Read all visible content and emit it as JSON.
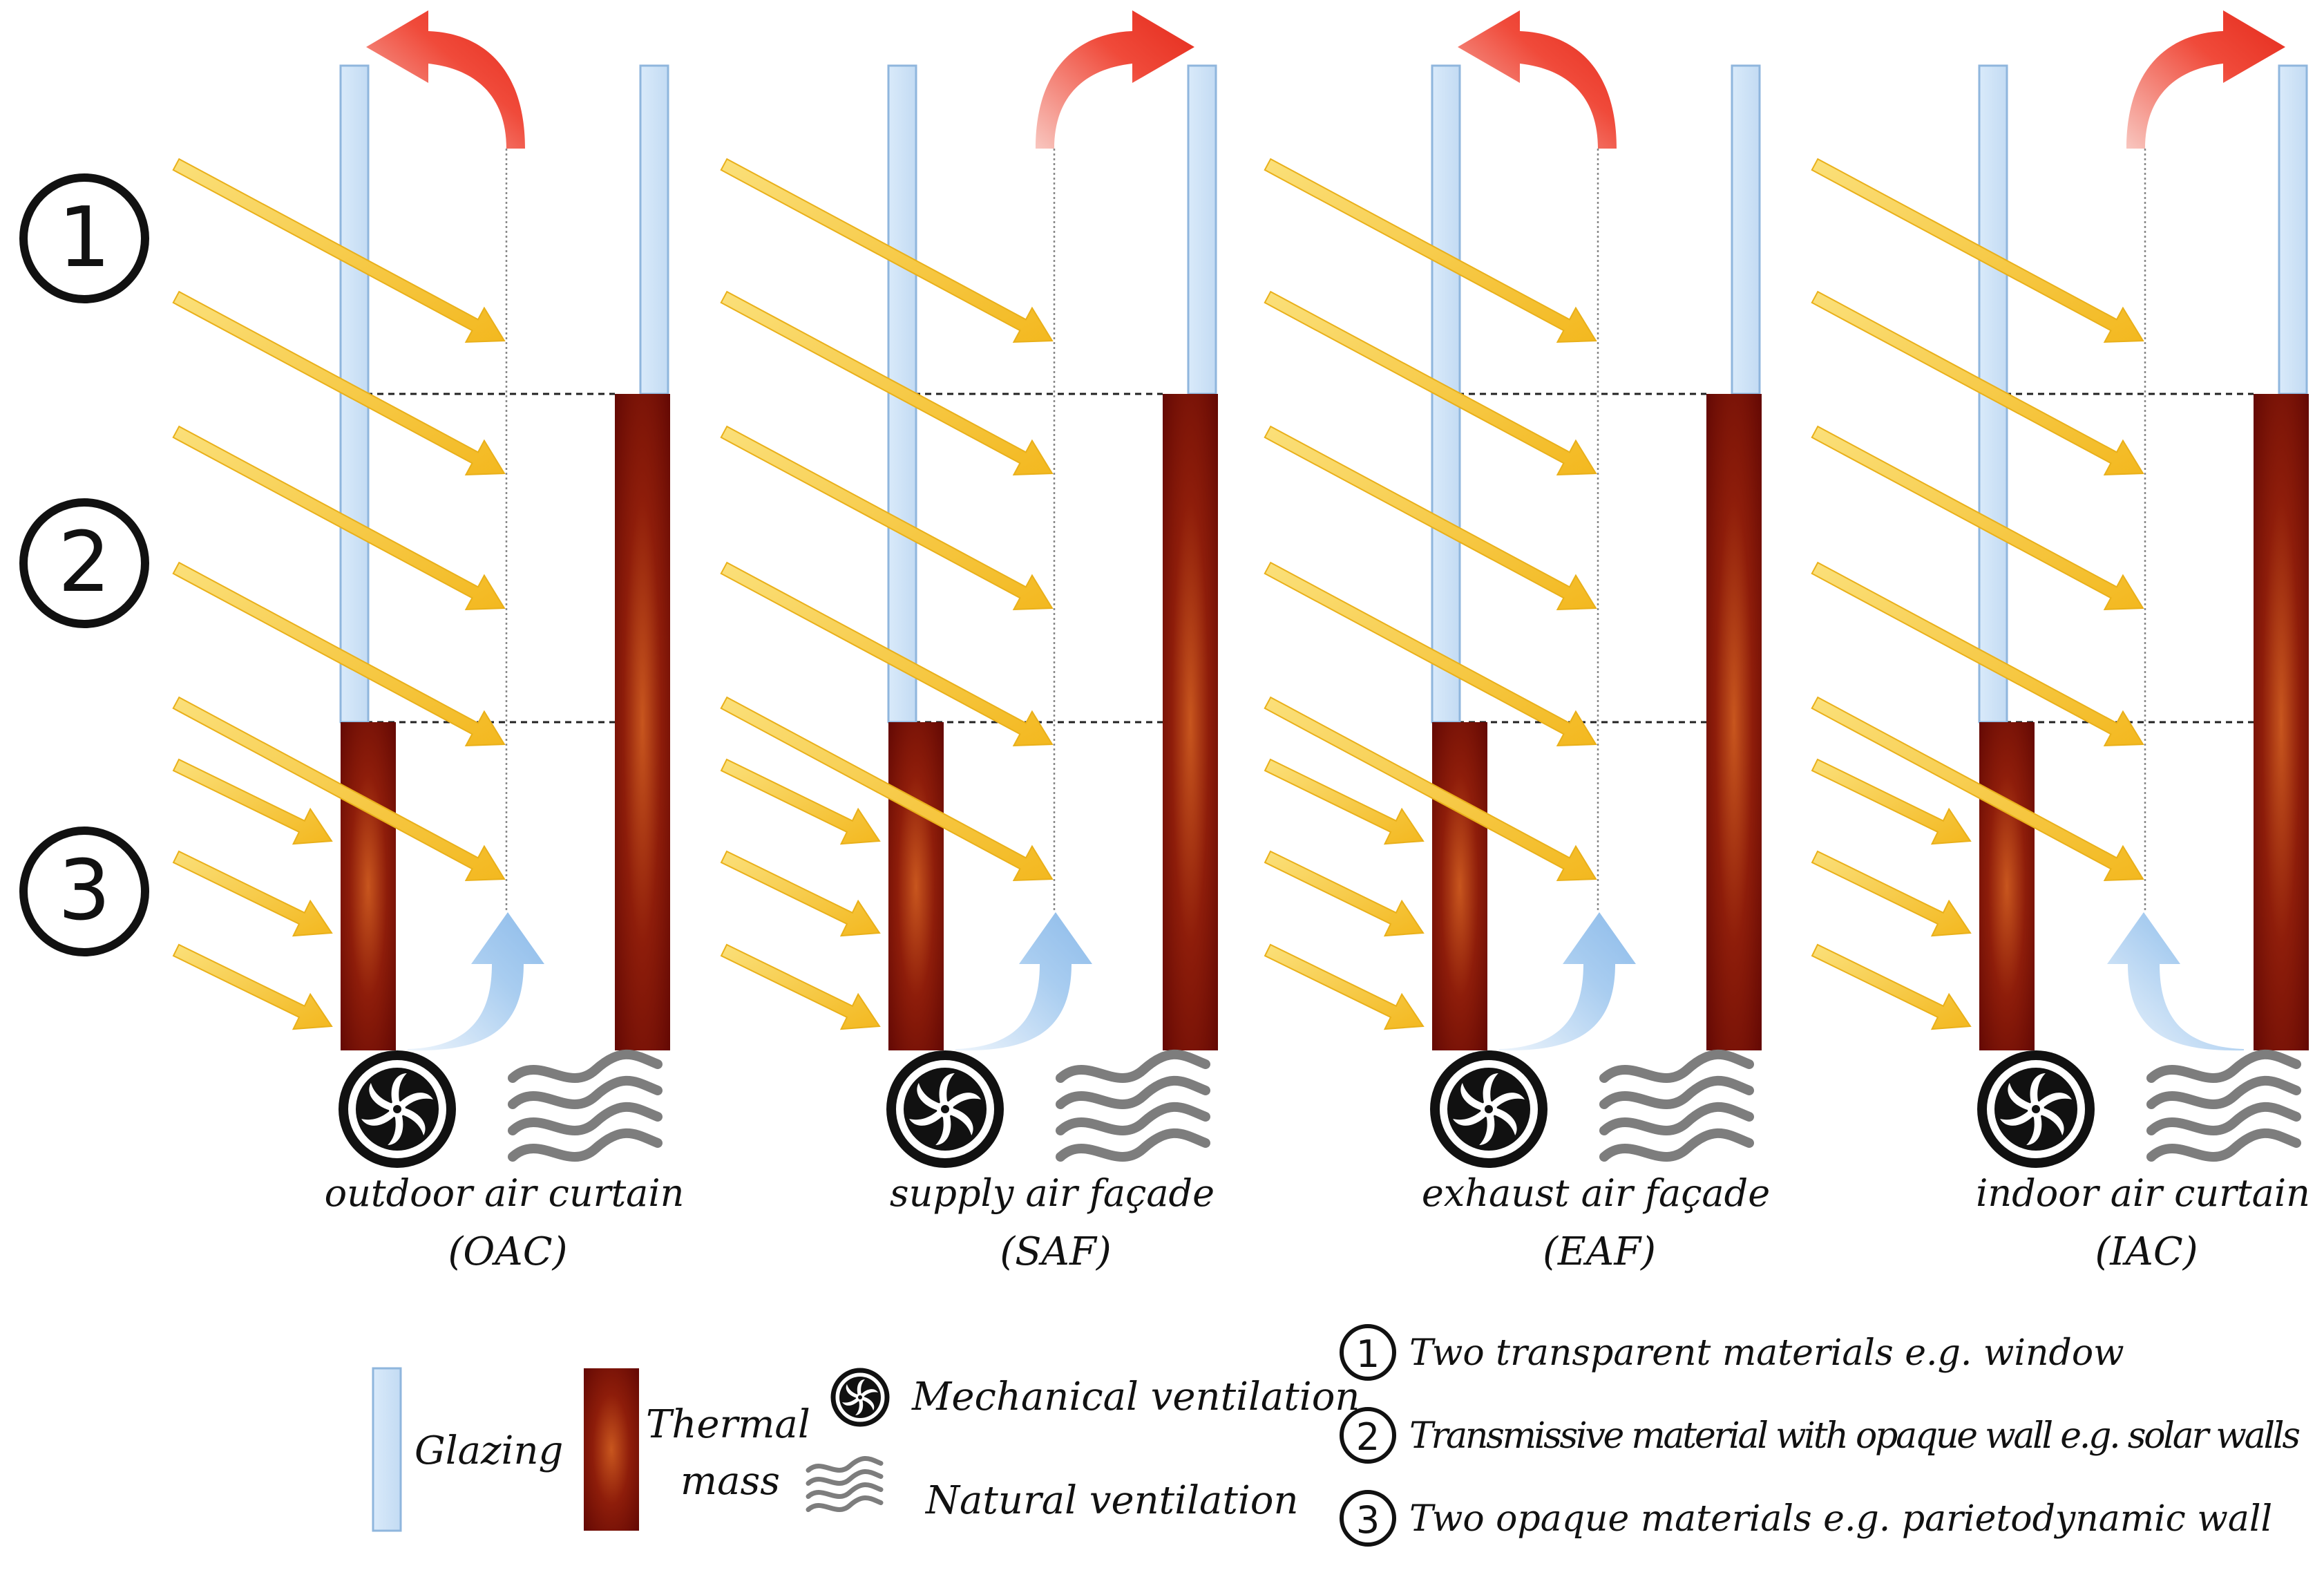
{
  "zone_markers": [
    {
      "number": "1"
    },
    {
      "number": "2"
    },
    {
      "number": "3"
    }
  ],
  "panels": [
    {
      "name_line1": "outdoor air curtain",
      "name_line2": "(OAC)",
      "exhaust_direction": "out",
      "supply_direction": "up-from-outer"
    },
    {
      "name_line1": "supply air façade",
      "name_line2": "(SAF)",
      "exhaust_direction": "in",
      "supply_direction": "up-from-outer"
    },
    {
      "name_line1": "exhaust air façade",
      "name_line2": "(EAF)",
      "exhaust_direction": "out",
      "supply_direction": "up-from-outer"
    },
    {
      "name_line1": "indoor air curtain",
      "name_line2": "(IAC)",
      "exhaust_direction": "in",
      "supply_direction": "up-from-inner"
    }
  ],
  "legend": {
    "glazing": "Glazing",
    "thermal_mass_line1": "Thermal",
    "thermal_mass_line2": "mass",
    "mechanical_ventilation": "Mechanical ventilation",
    "natural_ventilation": "Natural ventilation",
    "zone_descriptions": [
      {
        "number": "1",
        "text": "Two transparent materials e.g. window"
      },
      {
        "number": "2",
        "text": "Transmissive material with opaque wall e.g. solar walls"
      },
      {
        "number": "3",
        "text": "Two  opaque materials e.g. parietodynamic wall"
      }
    ]
  },
  "colors": {
    "glazing": "#cfe3f7",
    "glazing_stroke": "#8fb6dd",
    "thermal_mass_dark": "#6e0a04",
    "thermal_mass_light": "#c2521c",
    "solar_arrow": "#f7c535",
    "exhaust_arrow": "#f0392b",
    "supply_arrow": "#9cc3ea",
    "natural_vent": "#7d7d7d"
  }
}
